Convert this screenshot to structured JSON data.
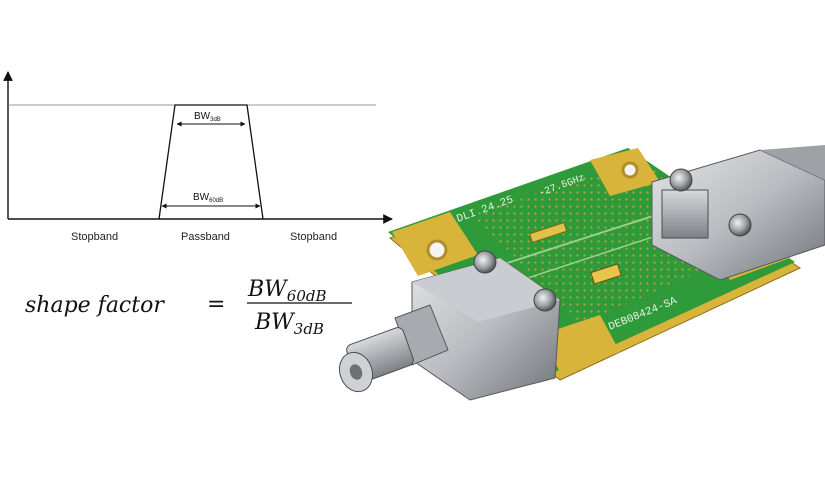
{
  "diagram": {
    "bandwidth_labels": {
      "top": {
        "base": "BW",
        "sub": "3dB"
      },
      "bottom": {
        "base": "BW",
        "sub": "60dB"
      }
    },
    "regions": [
      "Stopband",
      "Passband",
      "Stopband"
    ]
  },
  "formula": {
    "lhs": "shape factor",
    "equals": "=",
    "numerator": {
      "base": "BW",
      "sub": "60dB"
    },
    "denominator": {
      "base": "BW",
      "sub": "3dB"
    }
  },
  "photo": {
    "board_markings": [
      "DLI 24.25",
      "-27.5GHz",
      "DEB08424-SA"
    ],
    "colors": {
      "pcb": "#2f9a3a",
      "gold": "#d9b43a",
      "metal": "#b9bcc0",
      "metal_dark": "#6f7378"
    }
  }
}
